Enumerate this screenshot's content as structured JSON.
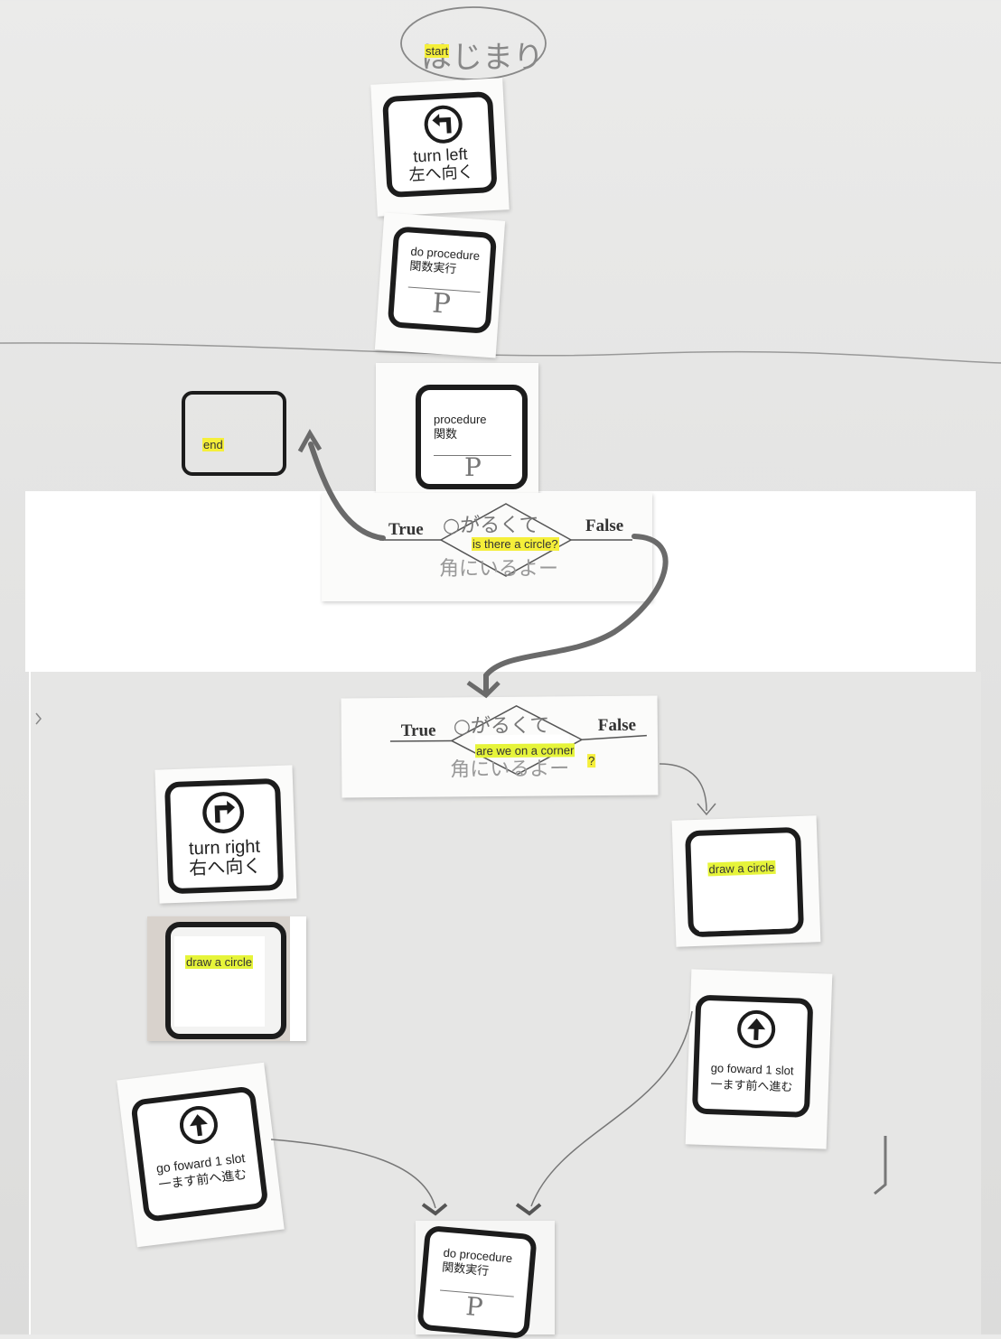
{
  "start": {
    "handwritten": "はじまり",
    "label": "start"
  },
  "end": {
    "label": "end"
  },
  "blocks": {
    "turn_left": {
      "en": "turn left",
      "ja": "左へ向く"
    },
    "do_procedure_top": {
      "en": "do procedure",
      "ja": "関数実行",
      "symbol": "P"
    },
    "procedure": {
      "en": "procedure",
      "ja": "関数",
      "symbol": "P"
    },
    "turn_right": {
      "en": "turn right",
      "ja": "右へ向く"
    },
    "draw_circle_left": {
      "label": "draw a circle"
    },
    "draw_circle_right": {
      "label": "draw a circle"
    },
    "go_forward_left": {
      "en": "go foward 1 slot",
      "ja": "一ます前へ進む"
    },
    "go_forward_right": {
      "en": "go foward 1 slot",
      "ja": "一ます前へ進む"
    },
    "do_procedure_bottom": {
      "en": "do procedure",
      "ja": "関数実行",
      "symbol": "P"
    }
  },
  "decisions": {
    "circle": {
      "true_label": "True",
      "false_label": "False",
      "handwritten_top": "○がるくて",
      "handwritten_bottom": "角にいるよー",
      "label": "is there a circle?"
    },
    "corner": {
      "true_label": "True",
      "false_label": "False",
      "handwritten_top": "○がるくて",
      "handwritten_bottom": "角にいるよー",
      "label": "are we on  a corner",
      "suffix": "?"
    }
  },
  "colors": {
    "highlight_yellow": "#f5ef3a",
    "highlight_green": "#e6f43a",
    "tile_border": "#1c1c1c",
    "arrow": "#666666"
  }
}
